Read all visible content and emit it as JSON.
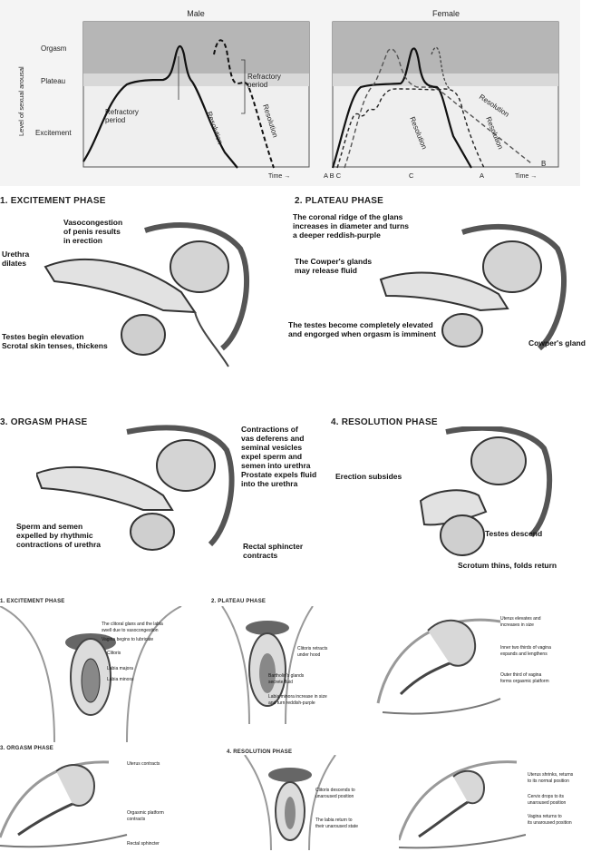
{
  "graph": {
    "male_title": "Male",
    "female_title": "Female",
    "y_axis_label": "Level of sexual arousal",
    "levels": [
      "Orgasm",
      "Plateau",
      "Excitement"
    ],
    "time_label": "Time →",
    "male_annotations": {
      "refractory_left": "Refractory\nperiod",
      "refractory_right": "Refractory\nperiod",
      "resolution_1": "Resolution",
      "resolution_2": "Resolution"
    },
    "female_annotations": {
      "resolution_c": "Resolution",
      "resolution_a": "Resolution",
      "resolution_b": "Resolution",
      "curve_b": "B",
      "x_marks_left": "A B C",
      "x_mark_c": "C",
      "x_mark_a": "A"
    },
    "colors": {
      "orgasm_band": "#b6b6b6",
      "plateau_band": "#dcdcdc",
      "panel_bg": "#f2f2f2"
    }
  },
  "male_phases": {
    "excitement": {
      "title": "1. EXCITEMENT PHASE",
      "notes": [
        "Vasocongestion\nof penis results\nin erection",
        "Urethra\ndilates",
        "Testes begin elevation\nScrotal skin tenses, thickens"
      ]
    },
    "plateau": {
      "title": "2. PLATEAU PHASE",
      "notes": [
        "The coronal ridge of the glans\nincreases in diameter and turns\na deeper reddish-purple",
        "The Cowper's glands\nmay release fluid",
        "The testes become completely elevated\nand engorged when orgasm is imminent",
        "Cowper's gland"
      ]
    },
    "orgasm": {
      "title": "3. ORGASM PHASE",
      "notes": [
        "Contractions of\nvas deferens and\nseminal vesicles\nexpel sperm and\nsemen into urethra\nProstate expels fluid\ninto the urethra",
        "Sperm and semen\nexpelled by rhythmic\ncontractions of urethra",
        "Rectal sphincter\ncontracts"
      ]
    },
    "resolution": {
      "title": "4. RESOLUTION PHASE",
      "notes": [
        "Erection subsides",
        "Testes descend",
        "Scrotum thins, folds return"
      ]
    }
  },
  "female_phases": {
    "excitement": {
      "title": "1. EXCITEMENT PHASE",
      "notes": [
        "The clitoral glans and the labia\nswell due to vasocongestion",
        "Vagina begins to lubricate",
        "Clitoris",
        "Labia majora",
        "Labia minora"
      ]
    },
    "plateau": {
      "title": "2. PLATEAU PHASE",
      "notes": [
        "Clitoris retracts\nunder hood",
        "Bartholin's glands\nsecrete fluid",
        "Labia minora increase in size\nand turn reddish-purple",
        "Uterus elevates and\nincreases in size",
        "Inner two thirds of vagina\nexpands and lengthens",
        "Outer third of vagina\nforms orgasmic platform"
      ]
    },
    "orgasm": {
      "title": "3. ORGASM PHASE",
      "notes": [
        "Uterus contracts",
        "Orgasmic platform\ncontracts",
        "Rectal sphincter"
      ]
    },
    "resolution": {
      "title": "4. RESOLUTION PHASE",
      "notes": [
        "Clitoris descends to\nunaroused position",
        "The labia return to\ntheir unaroused state",
        "Uterus shrinks, returns\nto its normal position",
        "Cervix drops to its\nunaroused position",
        "Vagina returns to\nits unaroused position"
      ]
    }
  }
}
